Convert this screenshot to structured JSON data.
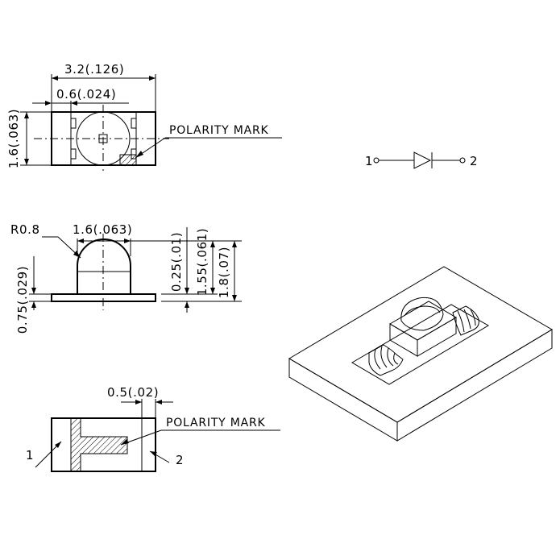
{
  "top_view": {
    "width_dim": "3.2(.126)",
    "pad_dim": "0.6(.024)",
    "height_dim": "1.6(.063)",
    "polarity_label": "POLARITY MARK"
  },
  "side_view": {
    "radius_dim": "R0.8",
    "lens_dim": "1.6(.063)",
    "base_dim": "0.75(.029)",
    "d1": "0.25(.01)",
    "d2": "1.55(.061)",
    "d3": "1.8(.07)"
  },
  "bottom_view": {
    "mark_dim": "0.5(.02)",
    "polarity_label": "POLARITY MARK",
    "pin1": "1",
    "pin2": "2"
  },
  "schematic": {
    "pin1": "1",
    "pin2": "2"
  }
}
